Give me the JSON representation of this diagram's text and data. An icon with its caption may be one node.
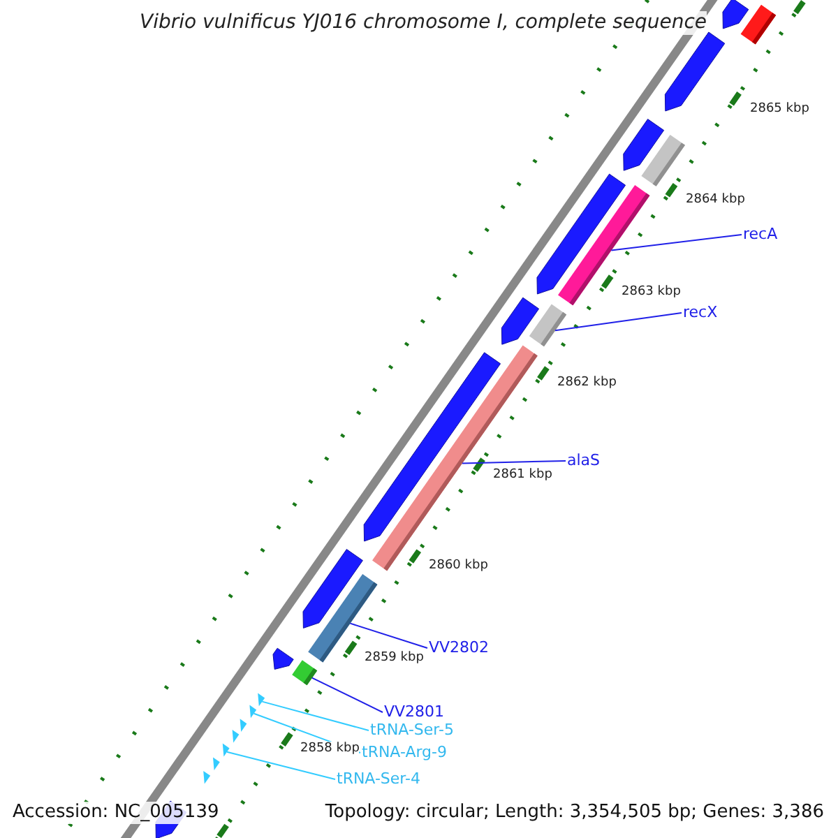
{
  "diagram": {
    "title": "Vibrio vulnificus YJ016 chromosome I, complete sequence",
    "nodes": [
      {
        "text": [
          "recA"
        ]
      },
      {
        "text": [],
        "shape": "bar"
      },
      {
        "text": [
          "recX"
        ]
      },
      {
        "text": [],
        "shape": "bar"
      },
      {
        "text": [
          "alaS"
        ]
      },
      {
        "text": [],
        "shape": "bar"
      },
      {
        "text": [
          "VV2802"
        ]
      },
      {
        "text": [],
        "shape": "bar"
      },
      {
        "text": [
          "VV2801"
        ]
      },
      {
        "text": [],
        "shape": "bar"
      },
      {
        "text": [
          "tRNA-Ser-5"
        ]
      },
      {
        "text": [],
        "shape": "triangle"
      },
      {
        "text": [
          "tRNA-Arg-9"
        ]
      },
      {
        "text": [],
        "shape": "triangle"
      },
      {
        "text": [
          "tRNA-Ser-4"
        ]
      },
      {
        "text": [],
        "shape": "triangle"
      },
      {
        "text": [],
        "shape": "arrow"
      },
      {
        "text": [],
        "shape": "arrow"
      },
      {
        "text": [],
        "shape": "arrow"
      },
      {
        "text": [],
        "shape": "arrow"
      },
      {
        "text": [],
        "shape": "arrow"
      },
      {
        "text": [],
        "shape": "arrow"
      },
      {
        "text": [],
        "shape": "arrow"
      },
      {
        "text": [],
        "shape": "arrow"
      },
      {
        "text": [],
        "shape": "arrow"
      },
      {
        "text": [],
        "shape": "bar"
      },
      {
        "text": [],
        "shape": "bar"
      },
      {
        "text": [],
        "shape": "triangle"
      },
      {
        "text": [],
        "shape": "triangle"
      },
      {
        "text": [],
        "shape": "triangle"
      },
      {
        "text": [],
        "shape": "triangle"
      }
    ],
    "edges": [
      {
        "from": 0,
        "to": 1,
        "arrow": "none"
      },
      {
        "from": 2,
        "to": 3,
        "arrow": "none"
      },
      {
        "from": 4,
        "to": 5,
        "arrow": "none"
      },
      {
        "from": 6,
        "to": 7,
        "arrow": "none"
      },
      {
        "from": 8,
        "to": 9,
        "arrow": "none"
      },
      {
        "from": 10,
        "to": 11,
        "arrow": "none",
        "color": "#33ccff"
      },
      {
        "from": 12,
        "to": 13,
        "arrow": "none",
        "color": "#33ccff"
      },
      {
        "from": 14,
        "to": 15,
        "arrow": "none",
        "color": "#33ccff"
      }
    ],
    "labels": [
      "2865 kbp",
      "2864 kbp",
      "2863 kbp",
      "2862 kbp",
      "2861 kbp",
      "2860 kbp",
      "2859 kbp",
      "2858 kbp",
      "Accession: NC_005139",
      "Topology: circular; Length: 3,354,505 bp; Genes: 3,386"
    ]
  }
}
